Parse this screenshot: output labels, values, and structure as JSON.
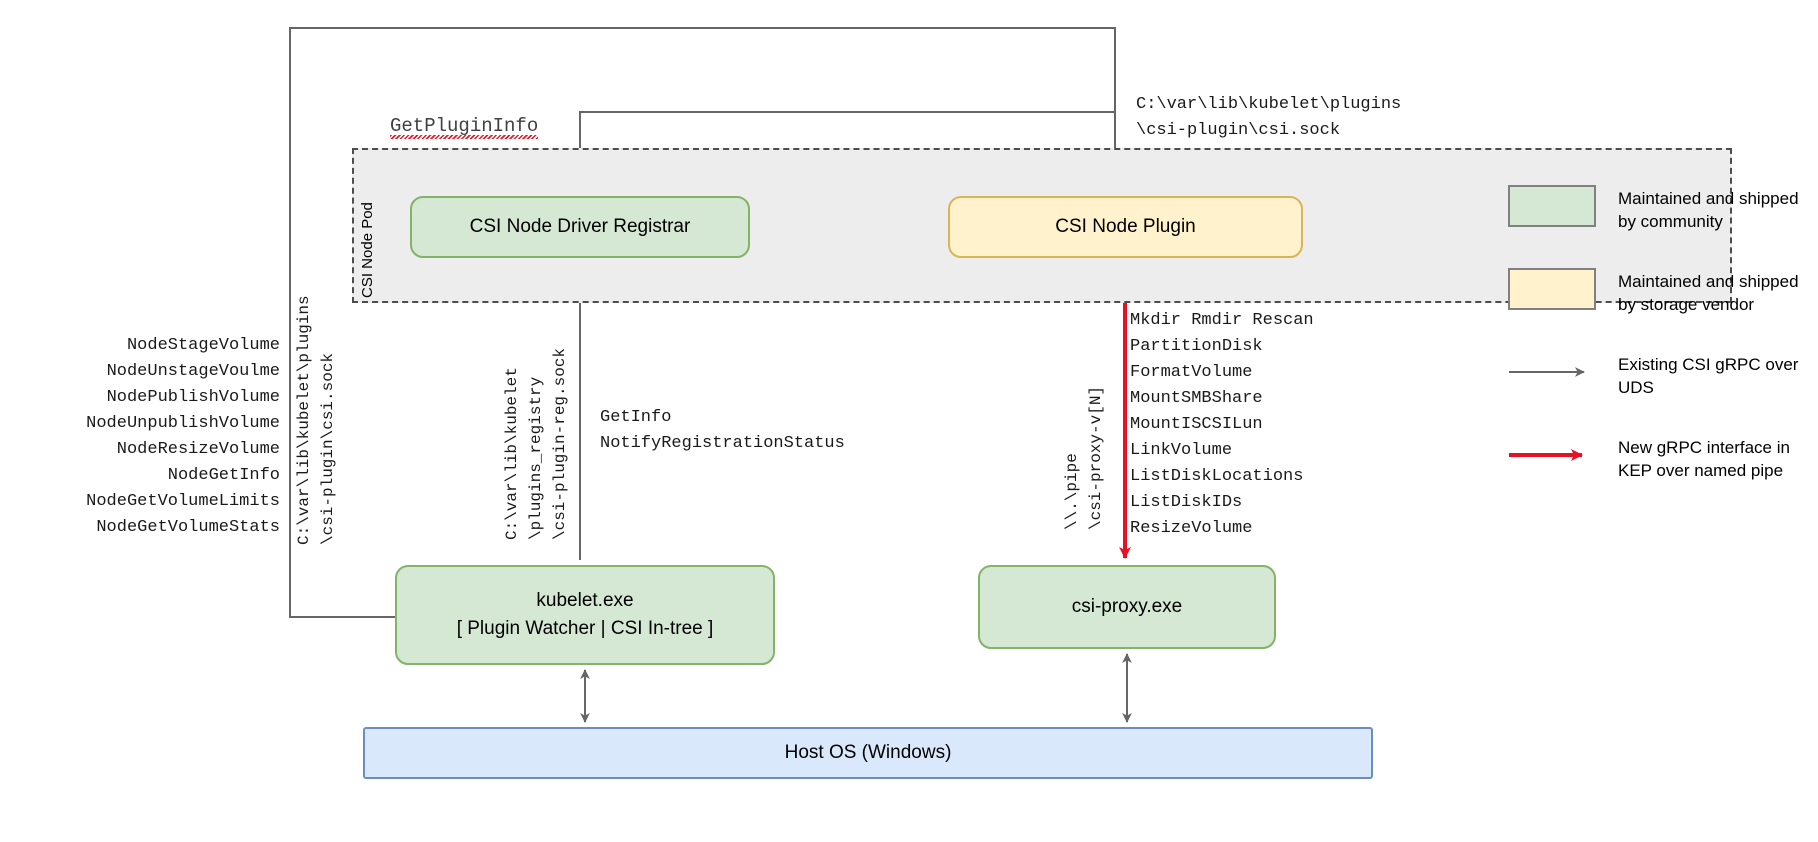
{
  "diagram": {
    "pod": {
      "label": "CSI Node Pod"
    },
    "boxes": {
      "registrar": "CSI Node Driver Registrar",
      "node_plugin": "CSI Node Plugin",
      "kubelet_line1": "kubelet.exe",
      "kubelet_line2": "[ Plugin Watcher | CSI In-tree ]",
      "csi_proxy": "csi-proxy.exe",
      "host_os": "Host OS (Windows)"
    },
    "labels": {
      "get_plugin_info": "GetPluginInfo",
      "node_plugin_socket": "C:\\var\\lib\\kubelet\\plugins\n\\csi-plugin\\csi.sock",
      "registration_calls": "GetInfo\nNotifyRegistrationStatus",
      "uds_socket_vertical": "C:\\var\\lib\\kubelet\\plugins\n\\csi-plugin\\csi.sock",
      "registry_socket_vertical": "C:\\var\\lib\\kubelet\n\\plugins_registry\n\\csi-plugin-reg.sock",
      "named_pipe_vertical": "\\\\.\\pipe\n\\csi-proxy-v[N]"
    },
    "node_service_calls": [
      "NodeStageVolume",
      "NodeUnstageVoulme",
      "NodePublishVolume",
      "NodeUnpublishVolume",
      "NodeResizeVolume",
      "NodeGetInfo",
      "NodeGetVolumeLimits",
      "NodeGetVolumeStats"
    ],
    "csi_proxy_api_calls": [
      "Mkdir Rmdir Rescan",
      "PartitionDisk",
      "FormatVolume",
      "MountSMBShare",
      "MountISCSILun",
      "LinkVolume",
      "ListDiskLocations",
      "ListDiskIDs",
      "ResizeVolume"
    ],
    "legend": [
      {
        "kind": "swatch",
        "color": "#d5e8d4",
        "text": "Maintained and shipped by community"
      },
      {
        "kind": "swatch",
        "color": "#fff2cc",
        "text": "Maintained and shipped by storage vendor"
      },
      {
        "kind": "arrow",
        "color": "#666666",
        "text": "Existing CSI gRPC over UDS"
      },
      {
        "kind": "arrow",
        "color": "#e81123",
        "text": "New gRPC interface in KEP over named pipe"
      }
    ],
    "colors": {
      "community_fill": "#d5e8d4",
      "vendor_fill": "#fff2cc",
      "host_fill": "#dae8fc",
      "pod_fill": "#ededed",
      "existing_arrow": "#666666",
      "new_arrow": "#e81123"
    }
  }
}
